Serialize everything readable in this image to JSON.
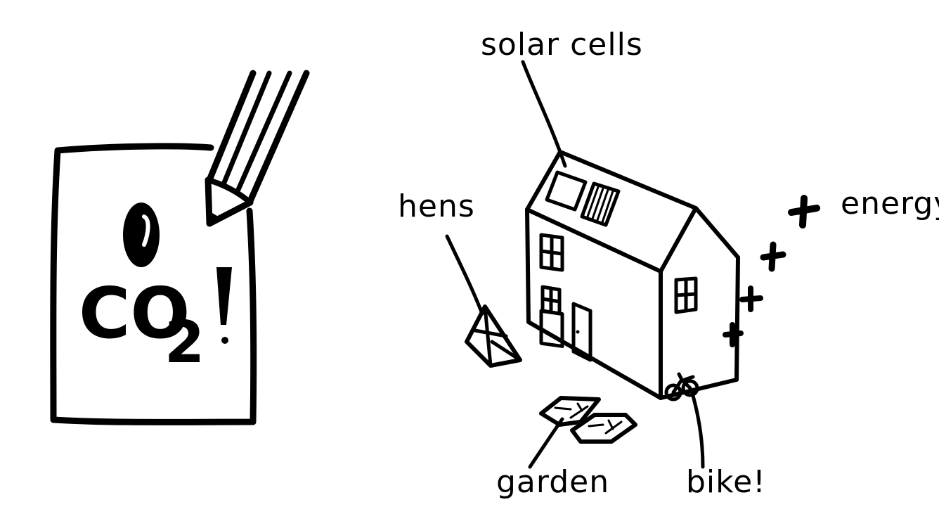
{
  "note_card": {
    "zero": "0",
    "co2_main": "CO",
    "co2_sub": "2",
    "exclaim": "!"
  },
  "labels": {
    "solar_cells": "solar cells",
    "hens": "hens",
    "energy": "energy",
    "garden": "garden",
    "bike": "bike!"
  },
  "marks": {
    "plus": "+"
  },
  "colors": {
    "ink": "#000000",
    "background": "#ffffff"
  }
}
